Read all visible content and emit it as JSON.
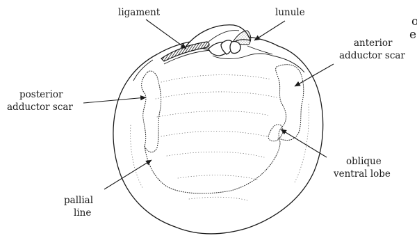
{
  "labels": {
    "corner_a": "o",
    "corner_b": "e",
    "ligament": "ligament",
    "lunule": "lunule",
    "anterior_line1": "anterior",
    "anterior_line2": "adductor scar",
    "posterior_line1": "posterior",
    "posterior_line2": "adductor scar",
    "oblique_line1": "oblique",
    "oblique_line2": "ventral lobe",
    "pallial_line1": "pallial",
    "pallial_line2": "line"
  }
}
